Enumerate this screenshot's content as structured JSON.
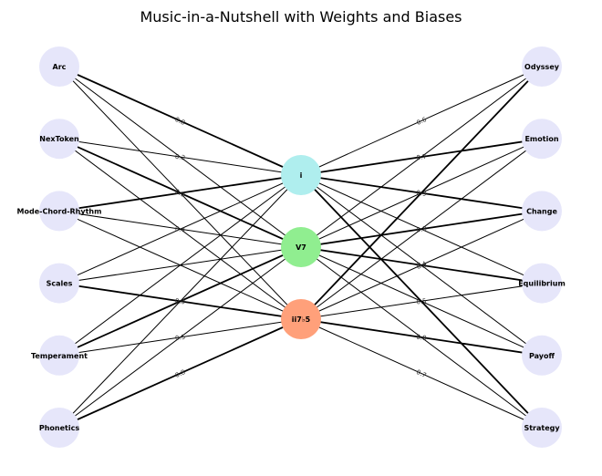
{
  "title": "Music-in-a-Nutshell with Weights and Biases",
  "colors": {
    "outer_node": "#e6e6fa",
    "node_i": "#afeeee",
    "node_V7": "#90ee90",
    "node_ii7b5": "#ffa07a",
    "edge": "#000000"
  },
  "left_nodes": [
    "Arc",
    "NexToken",
    "Mode-Chord-Rhythm",
    "Scales",
    "Temperament",
    "Phonetics"
  ],
  "center_nodes": [
    "i",
    "V7",
    "ii7♭5"
  ],
  "right_nodes": [
    "Odyssey",
    "Emotion",
    "Change",
    "Equilibrium",
    "Payoff",
    "Strategy"
  ],
  "edges": [
    {
      "from": "Arc",
      "to": "i",
      "weight": "0.8",
      "thick": true
    },
    {
      "from": "Arc",
      "to": "V7",
      "weight": "",
      "thick": false
    },
    {
      "from": "Arc",
      "to": "ii7♭5",
      "weight": "",
      "thick": false
    },
    {
      "from": "NexToken",
      "to": "i",
      "weight": "0.3",
      "thick": false
    },
    {
      "from": "NexToken",
      "to": "V7",
      "weight": "0.9",
      "thick": true
    },
    {
      "from": "NexToken",
      "to": "ii7♭5",
      "weight": "",
      "thick": false
    },
    {
      "from": "Mode-Chord-Rhythm",
      "to": "i",
      "weight": "",
      "thick": true
    },
    {
      "from": "Mode-Chord-Rhythm",
      "to": "V7",
      "weight": "0.4",
      "thick": false
    },
    {
      "from": "Mode-Chord-Rhythm",
      "to": "ii7♭5",
      "weight": "",
      "thick": false
    },
    {
      "from": "Scales",
      "to": "i",
      "weight": "",
      "thick": false
    },
    {
      "from": "Scales",
      "to": "V7",
      "weight": "",
      "thick": false
    },
    {
      "from": "Scales",
      "to": "ii7♭5",
      "weight": "0.9",
      "thick": true
    },
    {
      "from": "Temperament",
      "to": "i",
      "weight": "",
      "thick": false
    },
    {
      "from": "Temperament",
      "to": "V7",
      "weight": "",
      "thick": true
    },
    {
      "from": "Temperament",
      "to": "ii7♭5",
      "weight": "0.5",
      "thick": false
    },
    {
      "from": "Phonetics",
      "to": "i",
      "weight": "",
      "thick": false
    },
    {
      "from": "Phonetics",
      "to": "V7",
      "weight": "",
      "thick": false
    },
    {
      "from": "Phonetics",
      "to": "ii7♭5",
      "weight": "0.8",
      "thick": true
    },
    {
      "from": "i",
      "to": "Odyssey",
      "weight": "0.6",
      "thick": false
    },
    {
      "from": "i",
      "to": "Emotion",
      "weight": "0.7",
      "thick": true
    },
    {
      "from": "i",
      "to": "Change",
      "weight": "0.9",
      "thick": true
    },
    {
      "from": "i",
      "to": "Equilibrium",
      "weight": "",
      "thick": false
    },
    {
      "from": "i",
      "to": "Payoff",
      "weight": "",
      "thick": false
    },
    {
      "from": "i",
      "to": "Strategy",
      "weight": "",
      "thick": true
    },
    {
      "from": "V7",
      "to": "Odyssey",
      "weight": "",
      "thick": false
    },
    {
      "from": "V7",
      "to": "Emotion",
      "weight": "",
      "thick": false
    },
    {
      "from": "V7",
      "to": "Change",
      "weight": "0.8",
      "thick": true
    },
    {
      "from": "V7",
      "to": "Equilibrium",
      "weight": "0.9",
      "thick": true
    },
    {
      "from": "V7",
      "to": "Payoff",
      "weight": "",
      "thick": false
    },
    {
      "from": "V7",
      "to": "Strategy",
      "weight": "",
      "thick": false
    },
    {
      "from": "ii7♭5",
      "to": "Odyssey",
      "weight": "",
      "thick": true
    },
    {
      "from": "ii7♭5",
      "to": "Emotion",
      "weight": "",
      "thick": false
    },
    {
      "from": "ii7♭5",
      "to": "Change",
      "weight": "0.4",
      "thick": false
    },
    {
      "from": "ii7♭5",
      "to": "Equilibrium",
      "weight": "0.5",
      "thick": false
    },
    {
      "from": "ii7♭5",
      "to": "Payoff",
      "weight": "0.8",
      "thick": true
    },
    {
      "from": "ii7♭5",
      "to": "Strategy",
      "weight": "0.7",
      "thick": false
    }
  ]
}
